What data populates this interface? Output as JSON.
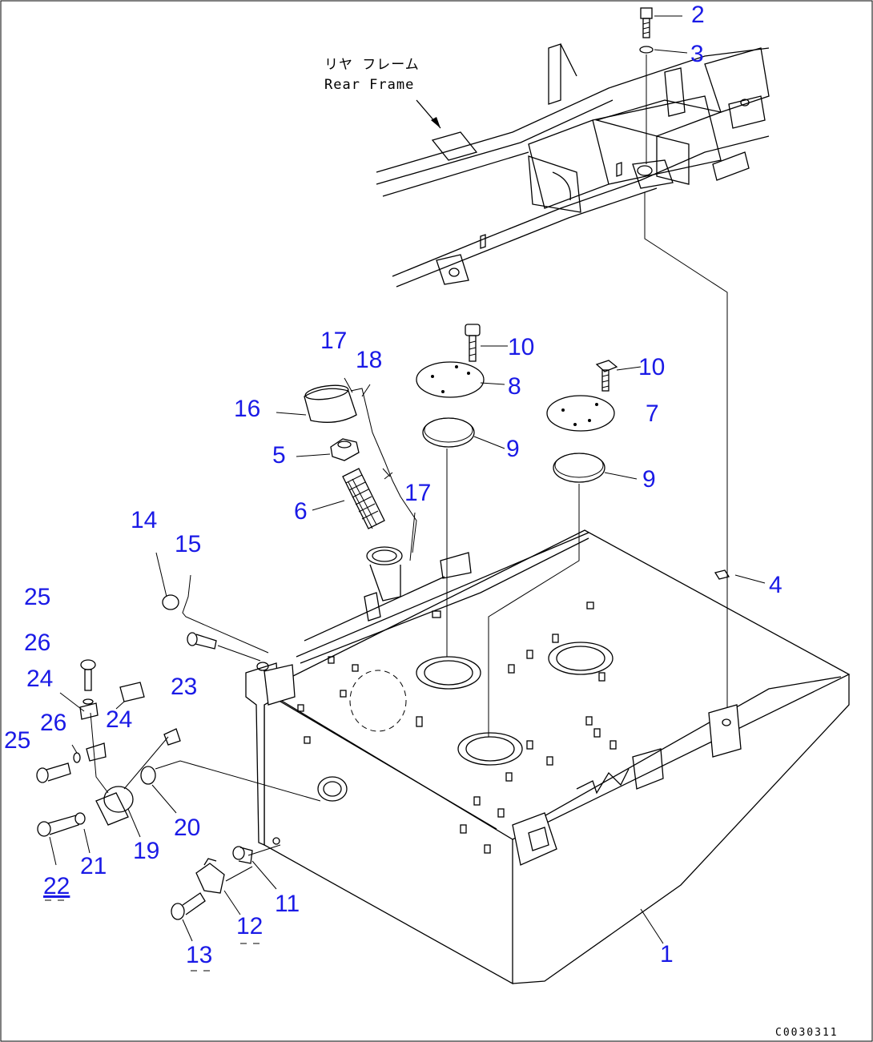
{
  "frame_label": {
    "japanese": "リヤ フレーム",
    "english": "Rear Frame"
  },
  "drawing_code": "C0030311",
  "callouts": [
    {
      "id": "c2",
      "text": "2"
    },
    {
      "id": "c3",
      "text": "3"
    },
    {
      "id": "c10a",
      "text": "10"
    },
    {
      "id": "c10b",
      "text": "10"
    },
    {
      "id": "c17a",
      "text": "17"
    },
    {
      "id": "c18",
      "text": "18"
    },
    {
      "id": "c8",
      "text": "8"
    },
    {
      "id": "c7",
      "text": "7"
    },
    {
      "id": "c16",
      "text": "16"
    },
    {
      "id": "c9a",
      "text": "9"
    },
    {
      "id": "c9b",
      "text": "9"
    },
    {
      "id": "c5",
      "text": "5"
    },
    {
      "id": "c6",
      "text": "6"
    },
    {
      "id": "c17b",
      "text": "17"
    },
    {
      "id": "c14",
      "text": "14"
    },
    {
      "id": "c15",
      "text": "15"
    },
    {
      "id": "c4",
      "text": "4"
    },
    {
      "id": "c25a",
      "text": "25"
    },
    {
      "id": "c26a",
      "text": "26"
    },
    {
      "id": "c24a",
      "text": "24"
    },
    {
      "id": "c24b",
      "text": "24"
    },
    {
      "id": "c23",
      "text": "23"
    },
    {
      "id": "c26b",
      "text": "26"
    },
    {
      "id": "c25b",
      "text": "25"
    },
    {
      "id": "c20",
      "text": "20"
    },
    {
      "id": "c19",
      "text": "19"
    },
    {
      "id": "c21",
      "text": "21"
    },
    {
      "id": "c22",
      "text": "22"
    },
    {
      "id": "c11",
      "text": "11"
    },
    {
      "id": "c12",
      "text": "12"
    },
    {
      "id": "c13",
      "text": "13"
    },
    {
      "id": "c1",
      "text": "1"
    }
  ]
}
